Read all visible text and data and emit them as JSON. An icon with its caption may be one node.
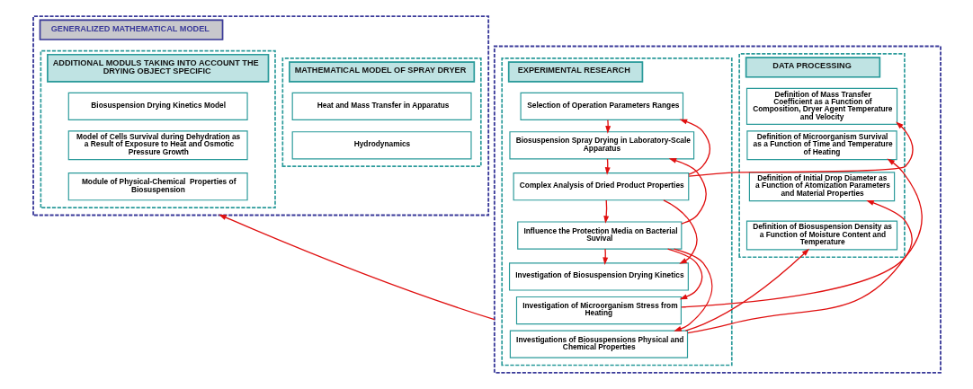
{
  "diagram": {
    "nodes": [
      {
        "text": [
          "GENERALIZED MATHEMATICAL MODEL"
        ]
      },
      {
        "text": [
          "MATHEMATICAL MODEL OF SPRAY DRYER"
        ],
        "in": 0
      },
      {
        "text": [
          "Heat and Mass Transfer in Apparatus"
        ],
        "in": 1
      },
      {
        "text": [
          "Hydrodynamics"
        ],
        "in": 1
      },
      {
        "text": [
          "ADDITIONAL MODULS TAKING INTO ACCOUNT THE DRYING OBJECT SPECIFIC"
        ],
        "in": 0
      },
      {
        "text": [
          "Biosuspension Drying Kinetics Model"
        ],
        "in": 4
      },
      {
        "text": [
          "Model of Cells Survival during Dehydration as a Result of Exposure to Heat and Osmotic Pressure Growth"
        ],
        "in": 4
      },
      {
        "text": [
          "Module of Physical-Chemical  Properties of Biosuspension"
        ],
        "in": 4
      },
      {
        "text": [],
        "shape": "box"
      },
      {
        "text": [
          "DATA PROCESSING"
        ],
        "in": 8
      },
      {
        "text": [
          "Definition of Mass Transfer Coefficient as a Function of Composition, Dryer Agent Temperature and Velocity"
        ],
        "in": 9
      },
      {
        "text": [
          "Definition of Microorganism Survival as a Function of Time and Temperature of Heating"
        ],
        "in": 9
      },
      {
        "text": [
          "Definition of Initial Drop Diameter as a Function of Atomization Parameters and Material Properties"
        ],
        "in": 9
      },
      {
        "text": [
          "Definition of Biosuspension Density as a Function of Moisture Content and Temperature"
        ],
        "in": 9
      },
      {
        "text": [
          "EXPERIMENTAL RESEARCH"
        ],
        "in": 8
      },
      {
        "text": [
          "Selection of Operation Parameters Ranges"
        ],
        "in": 14
      },
      {
        "text": [
          "Biosuspension Spray Drying in Laboratory-Scale Apparatus"
        ],
        "in": 14
      },
      {
        "text": [
          "Complex Analysis of Dried Product Properties"
        ],
        "in": 14
      },
      {
        "text": [
          "Influence the Protection Media on Bacterial Suvival"
        ],
        "in": 14
      },
      {
        "text": [
          "Investigation of Biosuspension Drying Kinetics"
        ],
        "in": 14
      },
      {
        "text": [
          "Investigation of Microorganism Stress from Heating"
        ],
        "in": 14
      },
      {
        "text": [
          "Investigations of Biosuspensions Physical and Chemical Properties"
        ],
        "in": 14
      }
    ],
    "edges": [
      {
        "from": 15,
        "to": 16,
        "arrow": "to"
      },
      {
        "from": 16,
        "to": 17,
        "arrow": "to"
      },
      {
        "from": 17,
        "to": 15,
        "arrow": "to"
      },
      {
        "from": 17,
        "to": 18,
        "arrow": "to"
      },
      {
        "from": 17,
        "to": 19,
        "arrow": "to"
      },
      {
        "from": 17,
        "to": 10,
        "arrow": "to"
      },
      {
        "from": 20,
        "to": 11,
        "arrow": "to"
      },
      {
        "from": 21,
        "to": 12,
        "arrow": "to"
      },
      {
        "from": 21,
        "to": 13,
        "arrow": "to"
      },
      {
        "from": 18,
        "to": 16,
        "arrow": "to"
      },
      {
        "from": 18,
        "to": 19,
        "arrow": "to"
      },
      {
        "from": 18,
        "to": 20,
        "arrow": "to"
      },
      {
        "from": 18,
        "to": 21,
        "arrow": "to"
      },
      {
        "from": 8,
        "to": 0,
        "arrow": "to"
      }
    ]
  }
}
